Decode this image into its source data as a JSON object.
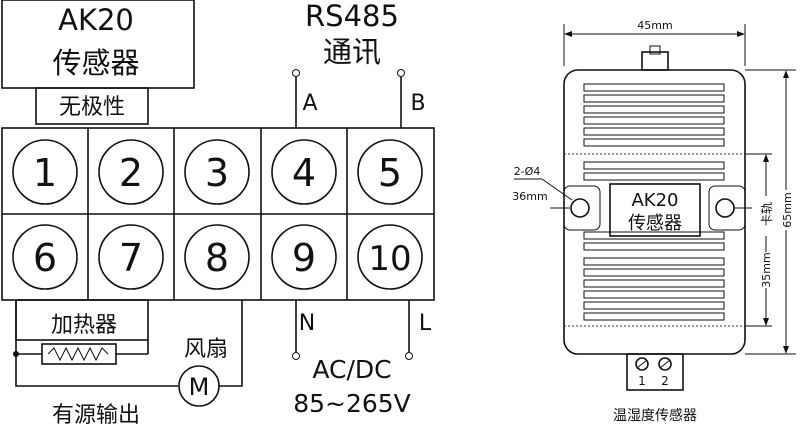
{
  "wiring": {
    "sensor_model": "AK20",
    "sensor_label": "传感器",
    "nonpolar_label": "无极性",
    "rs485_label": "RS485",
    "comm_label": "通讯",
    "pin_a": "A",
    "pin_b": "B",
    "terminals_top": [
      "1",
      "2",
      "3",
      "4",
      "5"
    ],
    "terminals_bottom": [
      "6",
      "7",
      "8",
      "9",
      "10"
    ],
    "pin_n": "N",
    "pin_l": "L",
    "heater_label": "加热器",
    "fan_label": "风扇",
    "motor_symbol": "M",
    "active_output_label": "有源输出",
    "power_type": "AC/DC",
    "power_range": "85~265V"
  },
  "device": {
    "width_dim": "45mm",
    "height_dim": "65mm",
    "rail_dim": "35mm",
    "rail_label": "卡轨",
    "hole_spec": "2-Ø4",
    "hole_dist": "36mm",
    "model": "AK20",
    "label": "传感器",
    "terminal_numbers": [
      "1",
      "2"
    ],
    "caption": "温湿度传感器"
  }
}
